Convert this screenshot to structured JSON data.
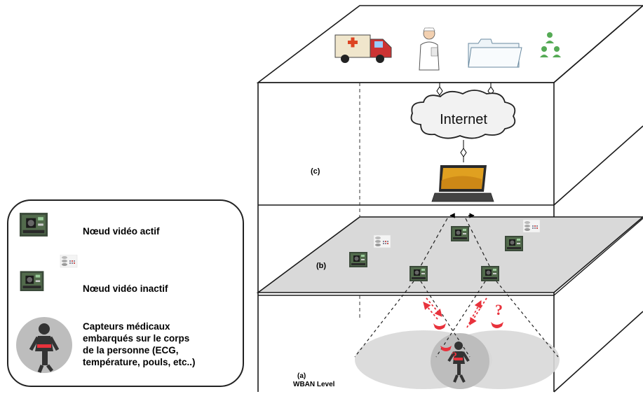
{
  "diagram": {
    "cloud_label": "Internet",
    "level_labels": {
      "c": "(c)",
      "b": "(b)",
      "a": "(a)",
      "a_sub": "WBAN Level"
    },
    "top_icons": [
      "ambulance-icon",
      "nurse-icon",
      "folder-icon",
      "people-icon"
    ],
    "colors": {
      "line": "#1a1a1a",
      "plane_b": "#d9d9d9",
      "sensor_red": "#e8323c",
      "cloud_fill": "#f2f2f2",
      "laptop_screen": "#e0a020"
    }
  },
  "legend": {
    "items": [
      {
        "icon": "active-video-node-icon",
        "label": "Nœud vidéo actif"
      },
      {
        "icon": "inactive-video-node-icon",
        "label": "Nœud vidéo inactif"
      },
      {
        "icon": "body-sensor-person-icon",
        "label_lines": [
          "Capteurs médicaux",
          "embarqués sur le corps",
          "de la personne (ECG,",
          "température, pouls, etc..)"
        ]
      }
    ]
  }
}
